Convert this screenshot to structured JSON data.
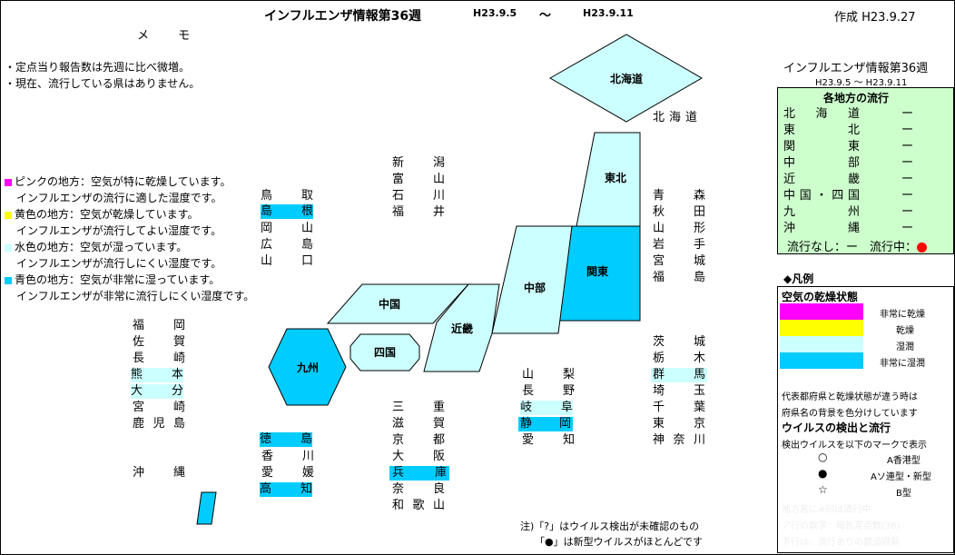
{
  "header": {
    "title": "インフルエンザ情報第36週",
    "date_from": "H23.9.5",
    "tilde": "〜",
    "date_to": "H23.9.11",
    "created": "作成 H23.9.27"
  },
  "memo": {
    "heading": "メ モ",
    "lines": [
      "・定点当り報告数は先週に比べ微増。",
      "・現在、流行している県はありません。"
    ]
  },
  "legend_left": {
    "items": [
      {
        "color": "#ff00ff",
        "line1": "ピンクの地方：空気が特に乾燥しています。",
        "line2": "インフルエンザの流行に適した湿度です。"
      },
      {
        "color": "#ffff00",
        "line1": "黄色の地方：空気が乾燥しています。",
        "line2": "インフルエンザが流行してよい湿度です。"
      },
      {
        "color": "#ccffff",
        "line1": "水色の地方：空気が湿っています。",
        "line2": "インフルエンザが流行しにくい湿度です。"
      },
      {
        "color": "#00ccff",
        "line1": "青色の地方：空気が非常に湿っています。",
        "line2": "インフルエンザが非常に流行しにくい湿度です。"
      }
    ]
  },
  "regions_map": {
    "hokkaido": "北海道",
    "tohoku": "東北",
    "kanto": "関東",
    "chubu": "中部",
    "kinki": "近畿",
    "chugoku": "中国",
    "shikoku": "四国",
    "kyushu": "九州"
  },
  "prefs": {
    "hokkaido": "北海道",
    "niigata": "新潟",
    "toyama": "富山",
    "ishikawa": "石川",
    "fukui": "福井",
    "tottori": "鳥取",
    "shimane": "島根",
    "okayama": "岡山",
    "hiroshima": "広島",
    "yamaguchi": "山口",
    "aomori": "青森",
    "akita": "秋田",
    "yamagata": "山形",
    "iwate": "岩手",
    "miyagi": "宮城",
    "fukushima": "福島",
    "fukuoka": "福岡",
    "saga": "佐賀",
    "nagasaki": "長崎",
    "kumamoto": "熊本",
    "oita": "大分",
    "miyazaki": "宮崎",
    "kagoshima": "鹿児島",
    "okinawa": "沖縄",
    "tokushima": "徳島",
    "kagawa": "香川",
    "ehime": "愛媛",
    "kochi": "高知",
    "mie": "三重",
    "shiga": "滋賀",
    "kyoto": "京都",
    "osaka": "大阪",
    "hyogo": "兵庫",
    "nara": "奈良",
    "wakayama": "和歌山",
    "yamanashi": "山梨",
    "nagano": "長野",
    "gifu": "岐阜",
    "shizuoka": "静岡",
    "aichi": "愛知",
    "ibaraki": "茨城",
    "tochigi": "栃木",
    "gunma": "群馬",
    "saitama": "埼玉",
    "chiba": "千葉",
    "tokyo": "東京",
    "kanagawa": "神奈川"
  },
  "notes": {
    "line1": "注)「?」はウイルス検出が未確認のもの",
    "line2": "「●」は新型ウイルスがほとんどです"
  },
  "panel": {
    "title": "インフルエンザ情報第36週",
    "dates": "H23.9.5 〜 H23.9.11",
    "heading": "各地方の流行",
    "rows": [
      {
        "name": "北海道",
        "value": "ー"
      },
      {
        "name": "東北",
        "value": "ー"
      },
      {
        "name": "関東",
        "value": "ー"
      },
      {
        "name": "中部",
        "value": "ー"
      },
      {
        "name": "近畿",
        "value": "ー"
      },
      {
        "name": "中国・四国",
        "value": "ー"
      },
      {
        "name": "九州",
        "value": "ー"
      },
      {
        "name": "沖縄",
        "value": "ー"
      }
    ],
    "footer_none": "流行なし：ー",
    "footer_yes": "流行中：",
    "status_color": "#ff0000"
  },
  "legend_right": {
    "heading": "◆凡例",
    "air_heading": "空気の乾燥状態",
    "levels": [
      {
        "color": "#ff00ff",
        "label": "非常に乾燥"
      },
      {
        "color": "#ffff00",
        "label": "乾燥"
      },
      {
        "color": "#ccffff",
        "label": "湿潤"
      },
      {
        "color": "#00ccff",
        "label": "非常に湿潤"
      }
    ],
    "note1": "代表都府県と乾燥状態が違う時は",
    "note2": "府県名の背景を色分けしています",
    "virus_heading": "ウイルスの検出と流行",
    "virus_desc": "検出ウイルスを以下のマークで表示",
    "virus_marks": [
      {
        "mark": "○",
        "label": "A香港型"
      },
      {
        "mark": "●",
        "label": "Aソ連型・新型"
      },
      {
        "mark": "☆",
        "label": "B型"
      }
    ],
    "faint1": "地方名に※印は流行中",
    "faint2": "ア行の数字：報告定点数(36)",
    "faint3": "下行は、流行ありの都道府県"
  },
  "colors": {
    "wet": "#ccffff",
    "very_wet": "#00ccff",
    "panel_bg": "#ccffcc"
  }
}
